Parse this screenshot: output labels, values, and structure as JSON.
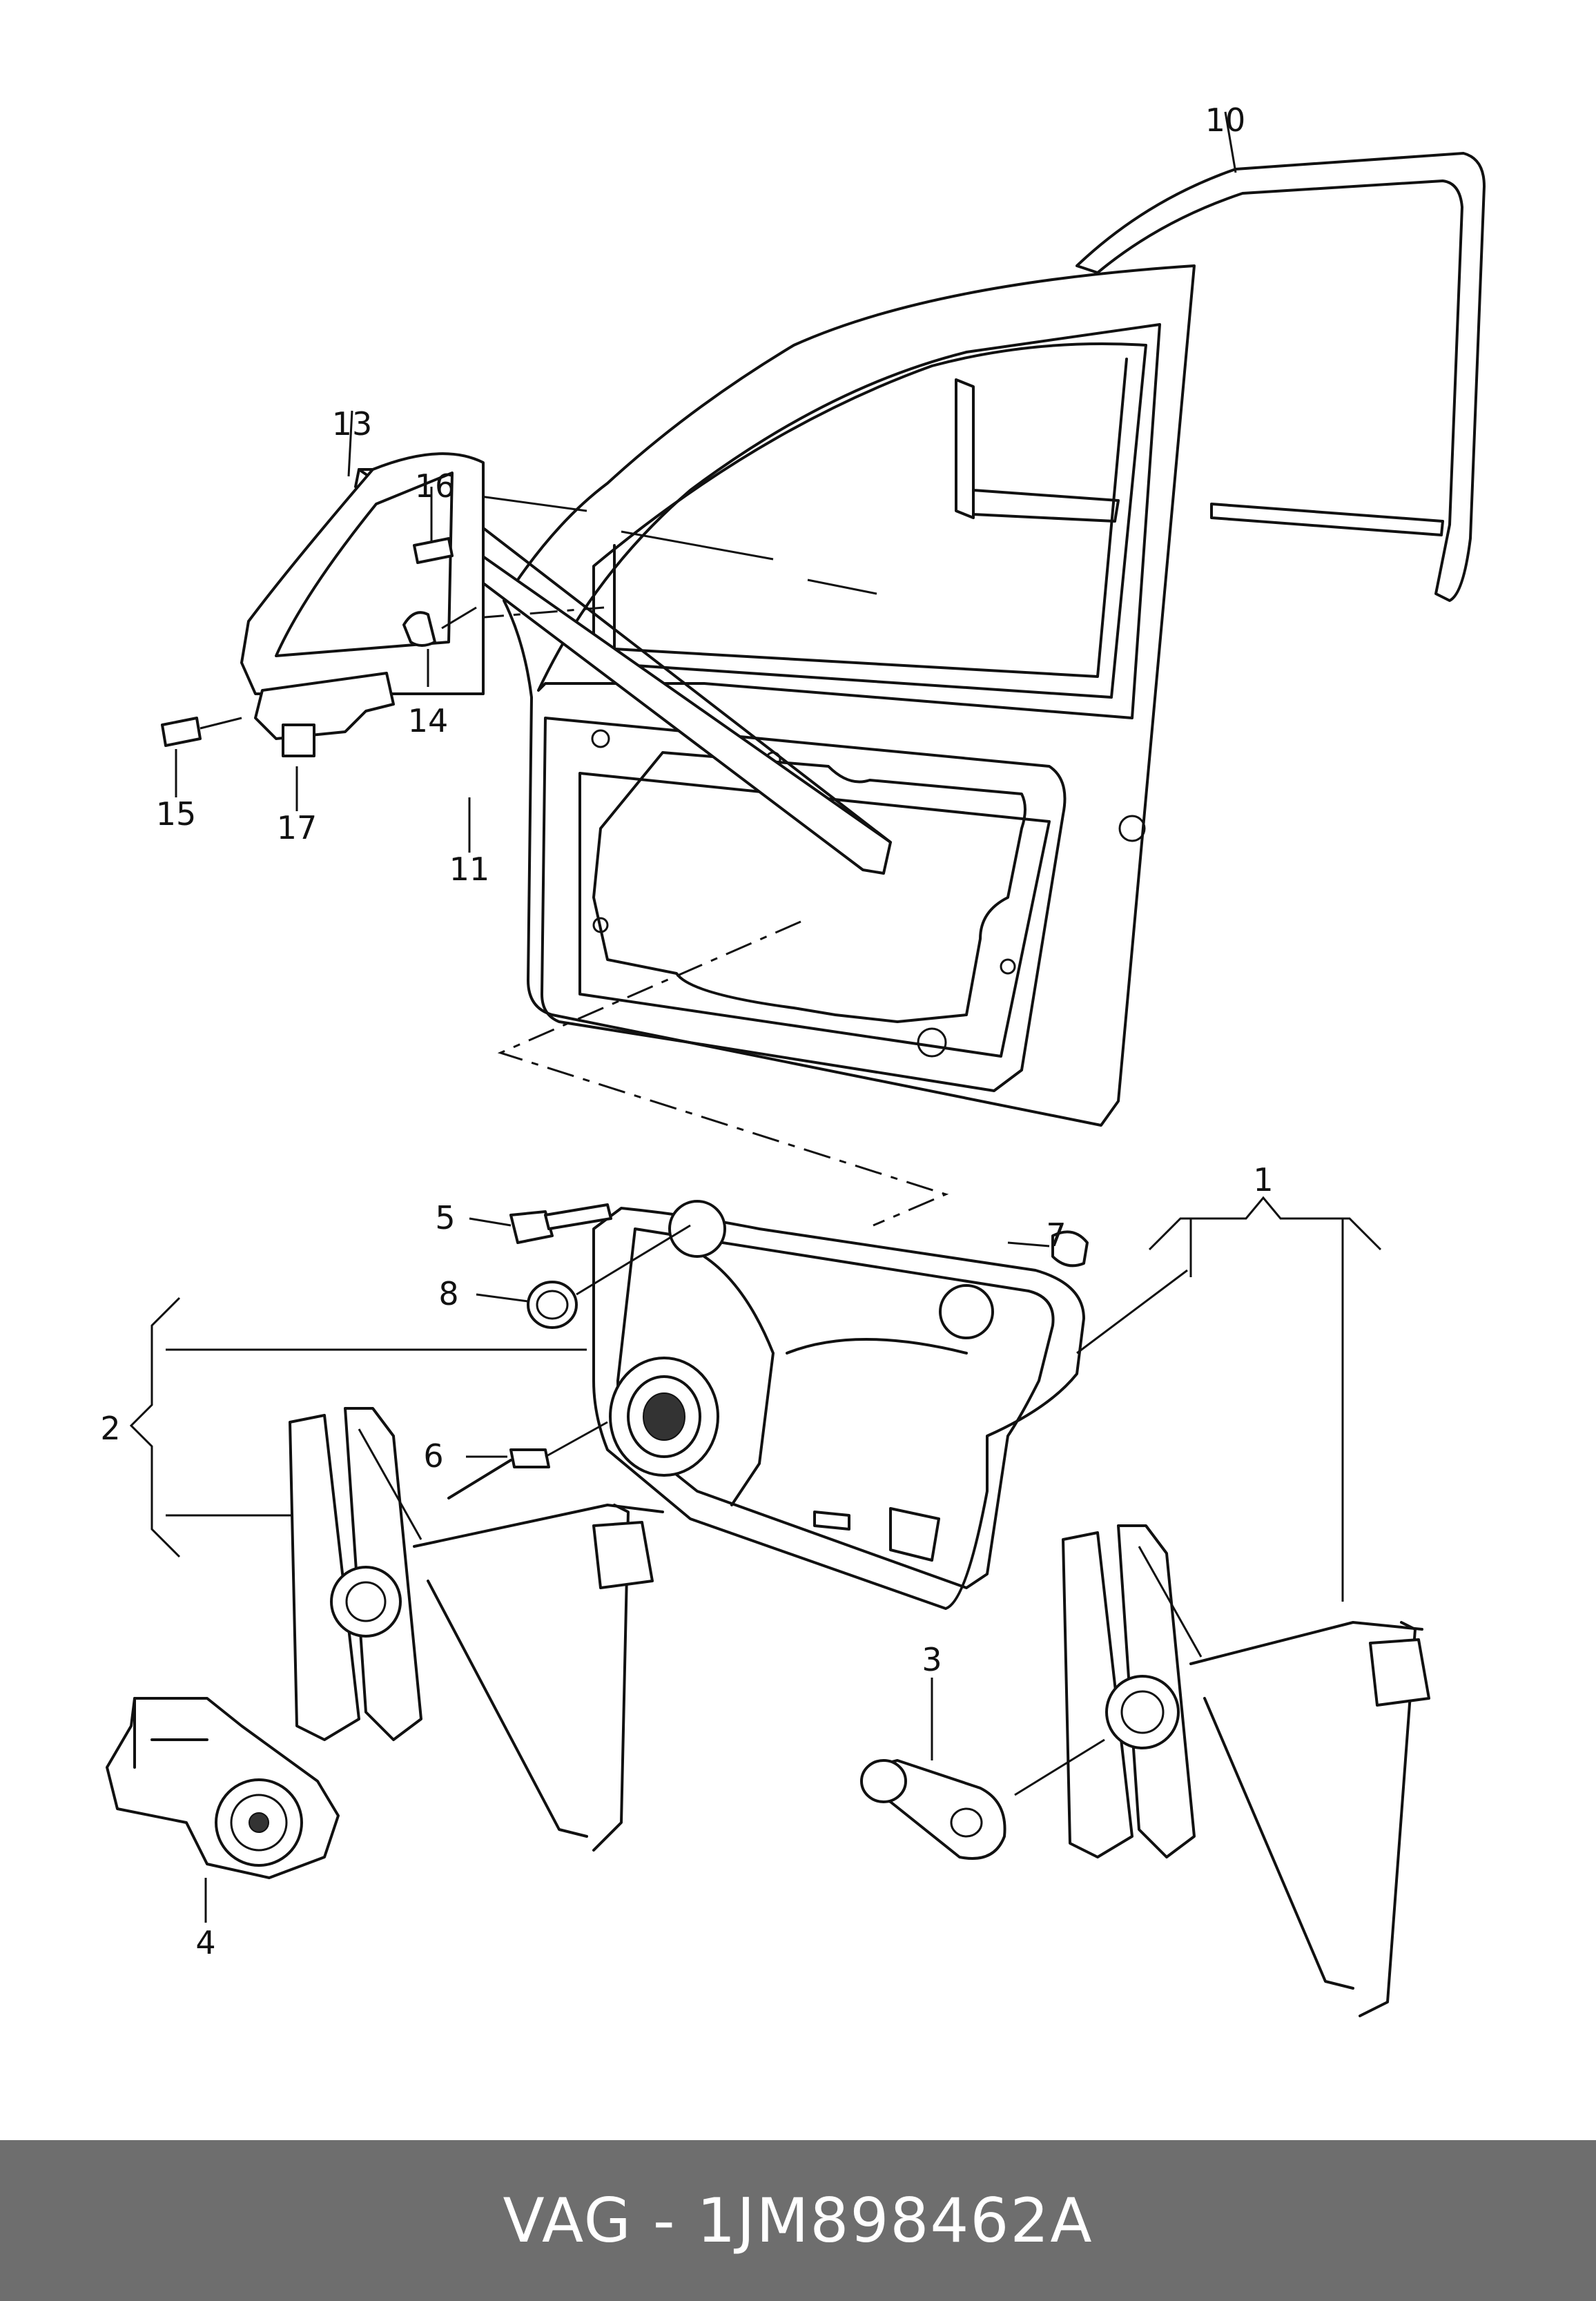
{
  "callouts": {
    "c1": "1",
    "c2": "2",
    "c3": "3",
    "c4": "4",
    "c5": "5",
    "c6": "6",
    "c7": "7",
    "c8": "8",
    "c10": "10",
    "c11": "11",
    "c13": "13",
    "c14": "14",
    "c15": "15",
    "c16": "16",
    "c17": "17"
  },
  "footer": {
    "label": "VAG - 1JM898462A"
  }
}
